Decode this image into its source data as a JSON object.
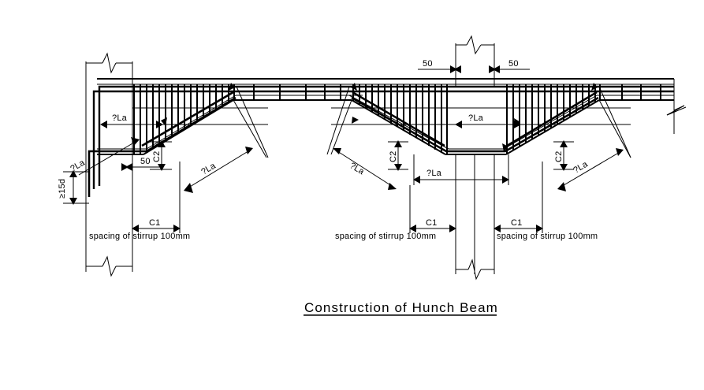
{
  "drawing": {
    "title": "Construction of Hunch Beam",
    "type": "structural-rebar-detail",
    "background_color": "#ffffff",
    "line_color": "#000000"
  },
  "labels": {
    "la_1": "?La",
    "la_2": "?La",
    "la_3": "?La",
    "la_diag_left_outer": "?La",
    "la_diag_left_inner": "?La",
    "la_diag_mid_left": "?La",
    "la_diag_right": "?La",
    "fifteen_d": "≥15d",
    "c2_left": "C2",
    "c2_mid": "C2",
    "c2_right": "C2",
    "fifty_left": "50",
    "fifty_top_left": "50",
    "fifty_top_right": "50",
    "c1_left": "C1",
    "c1_mid": "C1",
    "c1_right": "C1",
    "spacing_left": "spacing of stirrup 100mm",
    "spacing_mid": "spacing of stirrup 100mm",
    "spacing_right": "spacing of stirrup 100mm"
  },
  "dimensions": {
    "sheet_width": 893,
    "sheet_height": 495,
    "stirrup_spacing_mm": 100,
    "cover_mm": 50,
    "min_hook_length": "15d"
  }
}
